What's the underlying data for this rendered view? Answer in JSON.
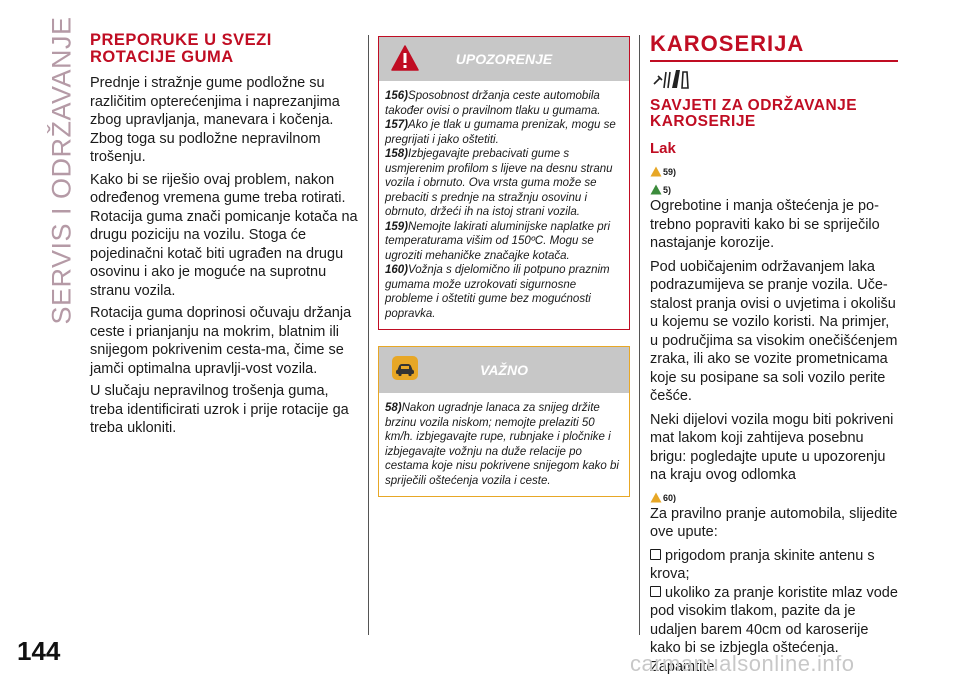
{
  "side_title": "SERVIS I ODRŽAVANJE",
  "page_number": "144",
  "col1": {
    "heading_line1": "PREPORUKE U SVEZI",
    "heading_line2": "ROTACIJE GUMA",
    "paragraphs": [
      "Prednje i stražnje gume podložne su različitim opterećenjima i naprezanjima zbog upravljanja, manevara i kočenja. Zbog toga su podložne nepravilnom trošenju.",
      "Kako bi se riješio ovaj problem, nakon određenog vremena gume treba rotirati. Rotacija guma znači pomicanje kotača na drugu poziciju na vozilu. Stoga će pojedinačni kotač biti ugrađen na drugu osovinu i ako je moguće na suprotnu stranu vozila.",
      "Rotacija guma doprinosi očuvaju držanja ceste i prianjanju na mokrim, blatnim ili snijegom pokrivenim cesta-ma, čime se jamči optimalna upravlji-vost vozila.",
      "U slučaju nepravilnog trošenja guma, treba identificirati uzrok i prije rotacije ga treba ukloniti."
    ]
  },
  "warning": {
    "title": "UPOZORENJE",
    "icon": "warning-triangle-icon",
    "notes": [
      {
        "num": "156)",
        "text": "Sposobnost držanja ceste automobila također ovisi o pravilnom tlaku u gumama."
      },
      {
        "num": "157)",
        "text": "Ako je tlak u gumama prenizak, mogu se pregrijati i jako oštetiti."
      },
      {
        "num": "158)",
        "text": "Izbjegavajte prebacivati gume s usmjerenim profilom s lijeve na desnu stranu vozila i obrnuto. Ova vrsta guma može se prebaciti s prednje na stražnju osovinu i obrnuto, držeći ih na istoj strani vozila."
      },
      {
        "num": "159)",
        "text": "Nemojte lakirati aluminijske naplatke pri temperaturama višim od 150ºC. Mogu se ugroziti mehaničke značajke kotača."
      },
      {
        "num": "160)",
        "text": "Vožnja s djelomično ili potpuno praznim gumama može uzrokovati sigurnosne probleme i oštetiti gume bez mogućnosti popravka."
      }
    ]
  },
  "important": {
    "title": "VAŽNO",
    "icon": "car-damage-icon",
    "notes": [
      {
        "num": "58)",
        "text": "Nakon ugradnje lanaca za snijeg držite brzinu vozila niskom; nemojte prelaziti 50 km/h. izbjegavajte rupe, rubnjake i pločnike i izbjegavajte vožnju na duže relacije po cestama koje nisu pokrivene snijegom kako bi spriječili oštećenja vozila i ceste."
      }
    ]
  },
  "col3": {
    "title": "KAROSERIJA",
    "tools_icon": "tools-icon",
    "subheading_line1": "SAVJETI ZA ODRŽAVANJE",
    "subheading_line2": "KAROSERIJE",
    "lak": "Lak",
    "ref1": "59)",
    "ref2": "5)",
    "ref3": "60)",
    "paragraphs": [
      "Ogrebotine i manja oštećenja je po-trebno popraviti kako bi se spriječilo nastajanje korozije.",
      "Pod uobičajenim održavanjem laka podrazumijeva se pranje vozila. Uče-stalost pranja ovisi o uvjetima i okolišu u kojemu se vozilo koristi. Na primjer, u područjima sa visokim onečišćenjem zraka, ili ako se vozite prometnicama koje su posipane sa soli vozilo perite češće.",
      "Neki dijelovi vozila mogu biti pokriveni mat lakom koji zahtijeva posebnu brigu: pogledajte upute u upozorenju na kraju ovog odlomka"
    ],
    "wash_intro": "Za pravilno pranje automobila, slijedite ove upute:",
    "bullets": [
      "prigodom pranja skinite antenu s krova;",
      "ukoliko za pranje koristite mlaz vode pod visokim tlakom, pazite da je udaljen barem 40cm od karoserije kako bi se izbjegla oštećenja. Zapamtite"
    ]
  },
  "watermark": "carmanualsonline.info",
  "colors": {
    "accent_red": "#c00d23",
    "side_title": "#b59aa6",
    "box_head_gray": "#c7c7c7",
    "important_border": "#e7a726"
  }
}
